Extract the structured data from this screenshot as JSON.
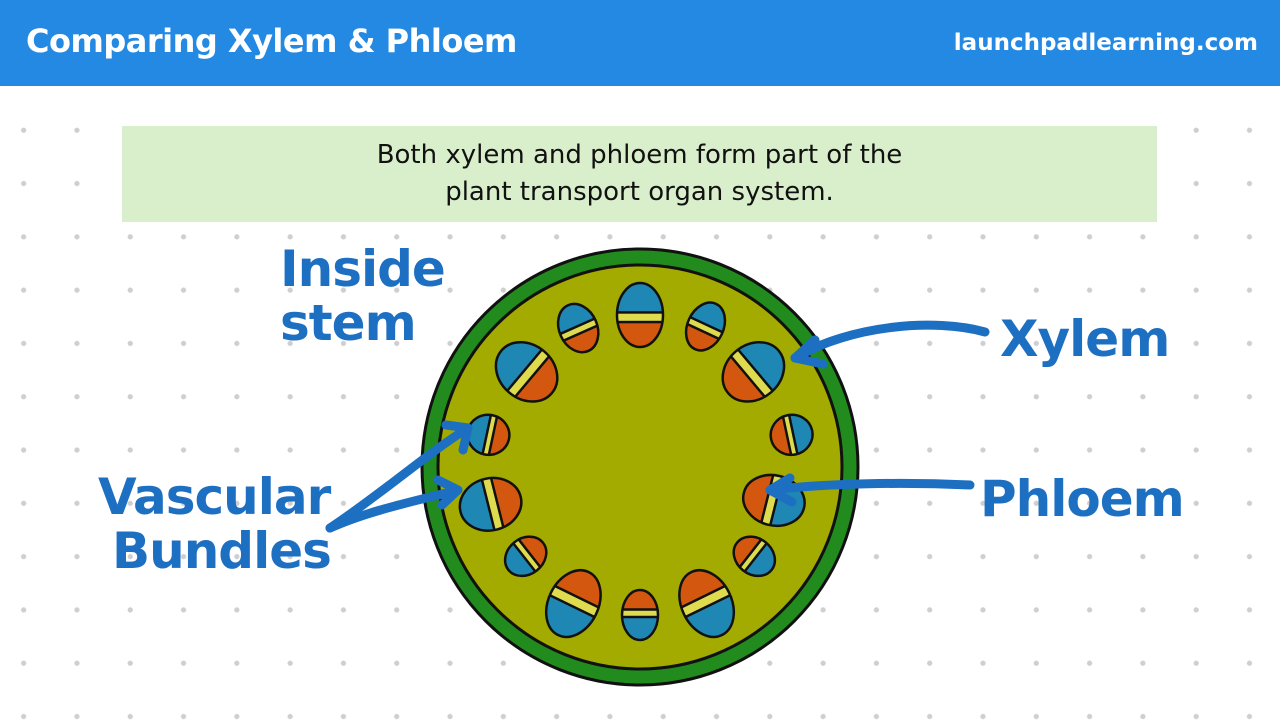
{
  "header": {
    "title": "Comparing Xylem & Phloem",
    "site": "launchpadlearning.com",
    "bar_color": "#2389e3"
  },
  "caption": {
    "line1": "Both xylem and phloem form part of the",
    "line2": "plant transport organ system.",
    "background": "#d9efcb"
  },
  "labels": {
    "inside_stem": [
      "Inside",
      "stem"
    ],
    "vascular_bundles": [
      "Vascular",
      "Bundles"
    ],
    "xylem": "Xylem",
    "phloem": "Phloem",
    "color": "#1d6fc2"
  },
  "colors": {
    "epidermis": "#228b1e",
    "cortex": "#a3ab00",
    "xylem": "#1f87b3",
    "phloem": "#d3570f",
    "cambium": "#dedb4f",
    "outline": "#111111"
  }
}
